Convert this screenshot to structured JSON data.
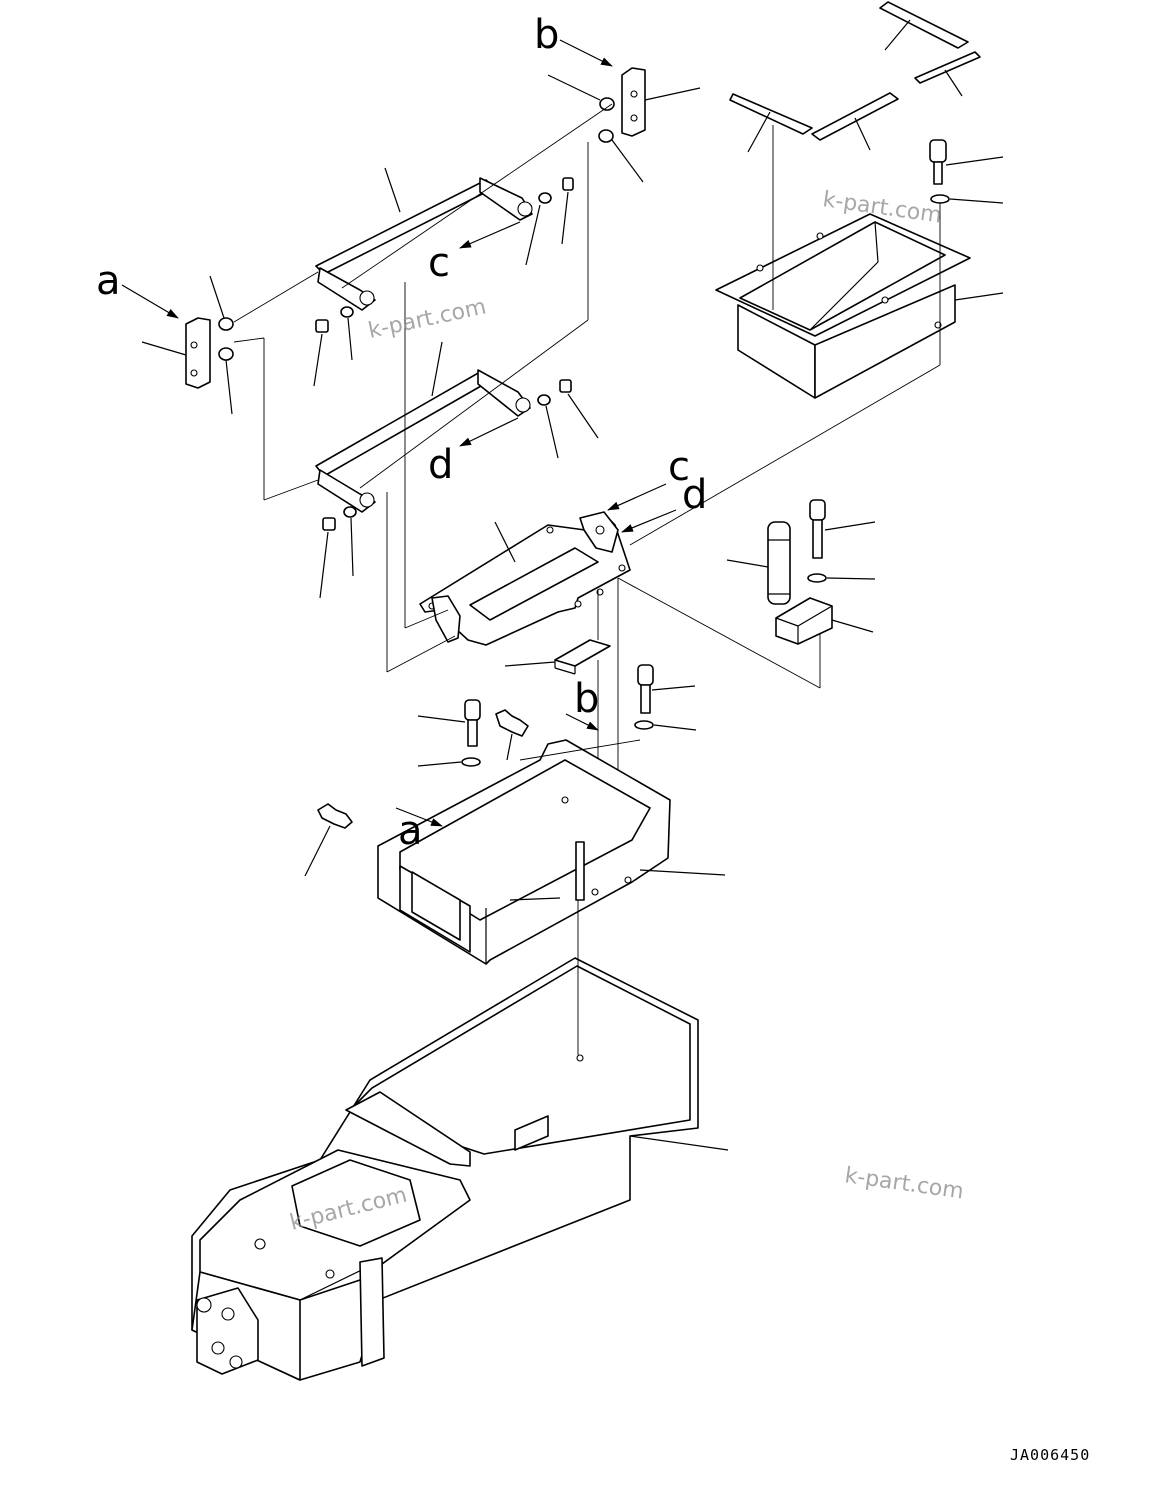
{
  "diagram": {
    "reference_labels": {
      "a": "a",
      "b": "b",
      "c": "c",
      "d": "d"
    },
    "drawing_code": "JA006450",
    "watermark": "k-part.com"
  }
}
